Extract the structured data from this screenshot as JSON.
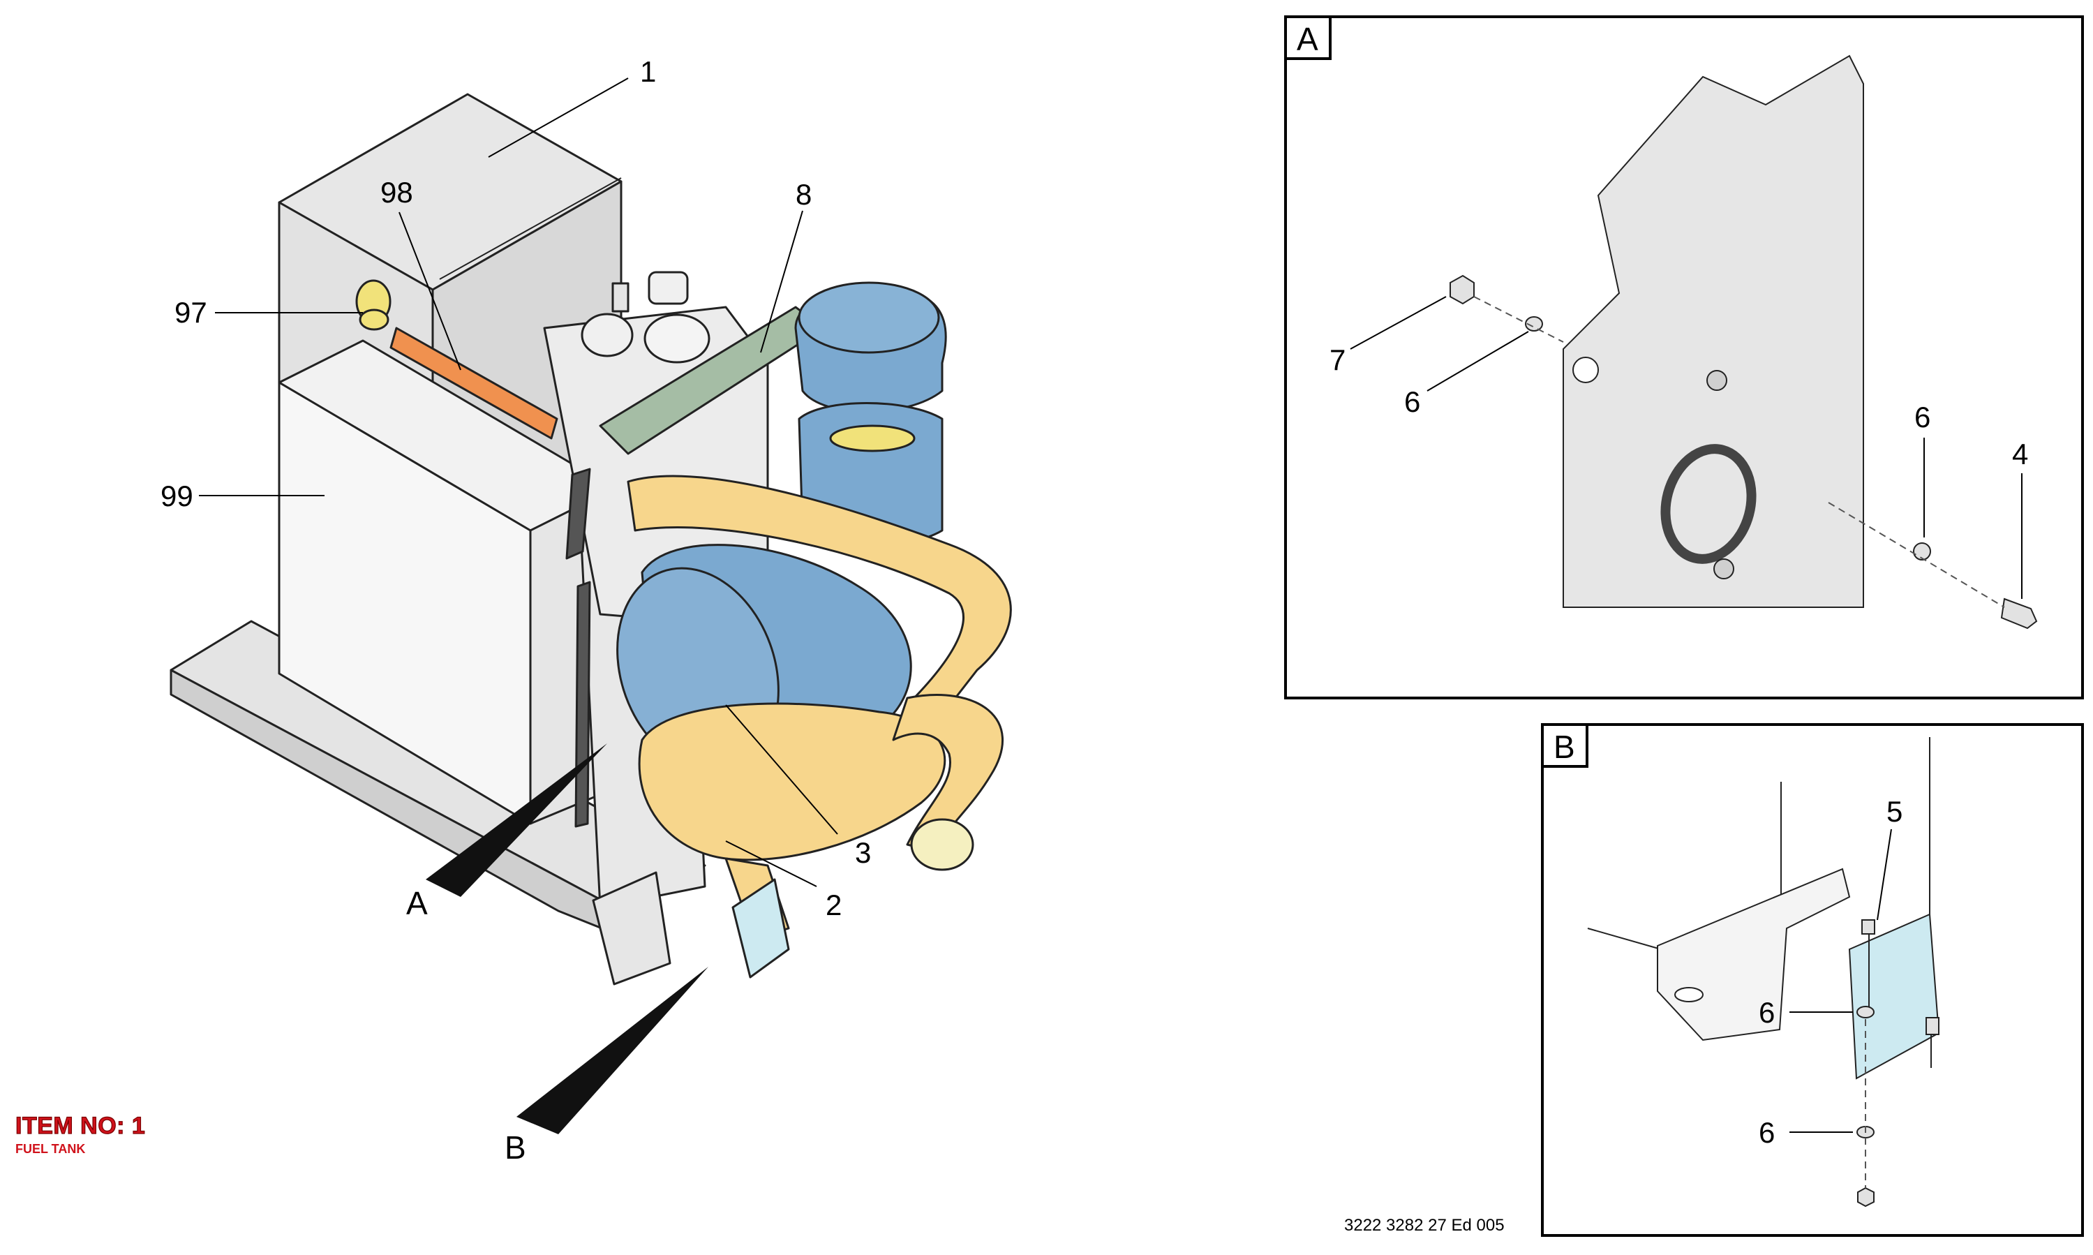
{
  "item": {
    "title": "ITEM NO: 1",
    "subtitle": "FUEL TANK"
  },
  "doc_ref": "3222 3282 27 Ed 005",
  "main_callouts": [
    "1",
    "98",
    "97",
    "8",
    "99",
    "3",
    "2"
  ],
  "view_letters": {
    "a": "A",
    "b": "B"
  },
  "detail_a": {
    "label": "A",
    "callouts": [
      "7",
      "6",
      "6",
      "4"
    ]
  },
  "detail_b": {
    "label": "B",
    "callouts": [
      "5",
      "6",
      "6"
    ]
  },
  "colors": {
    "yellow_hose": "#f7d68c",
    "blue_filter": "#7ba9d0",
    "green_strap": "#a5bda5",
    "orange_strip": "#f0914f",
    "light_blue_bracket": "#cdeaf1",
    "grey_panel": "#e6e6e6",
    "brass_fitting": "#f1e27a",
    "item_red": "#d0121b"
  }
}
